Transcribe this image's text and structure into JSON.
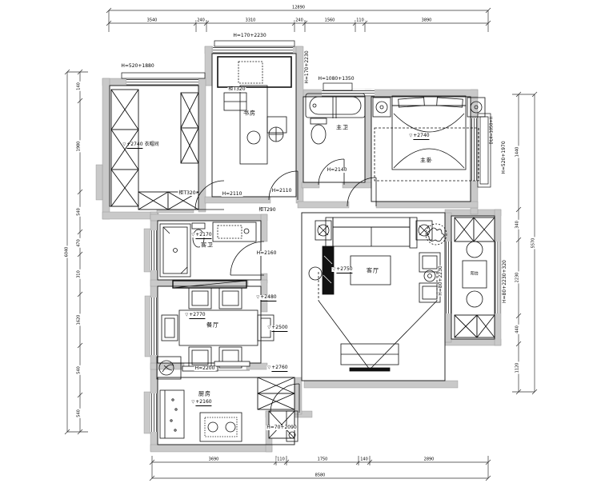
{
  "plan": {
    "rooms": {
      "closet": {
        "name": "衣帽间",
        "elevation": "+2740"
      },
      "study": {
        "name": "书房"
      },
      "master_bath": {
        "name": "主卫"
      },
      "master_bedroom": {
        "name": "主卧",
        "elevation": "+2740"
      },
      "living_room": {
        "name": "客厅",
        "elevation": "+2750"
      },
      "guest_bath": {
        "name": "客卫",
        "elevation": "+2170"
      },
      "dining_room": {
        "name": "餐厅",
        "elevation": "+2770"
      },
      "kitchen": {
        "name": "厨房",
        "elevation": "+2160"
      },
      "balcony": {
        "name": "阳台"
      }
    },
    "hall": {
      "elev_1": "+2480",
      "elev_2": "+2500",
      "elev_3": "+2760"
    },
    "windows": {
      "closet_top": "H=520+1880",
      "study_top": "H=170+2230",
      "study_side": "H=170+2230",
      "master_bath_top": "H=1080+1350",
      "bedroom_right": "H=520+1970",
      "bedroom_outer": "DL4=1050+H",
      "living_balcony": "H=80+2230",
      "balcony_right": "H=80+2230+320"
    },
    "doors": {
      "closet": "H=2110",
      "study": "H=2110",
      "master_bath": "H=2140",
      "guest_bath": "H=2160",
      "kitchen": "H=2200",
      "entry": "H=70+2090"
    },
    "cabinets": {
      "study_tag": "柜T320",
      "hall_tag": "柜T320",
      "hall_tag2": "柜T290"
    },
    "dimensions": {
      "top": {
        "overall": "12890",
        "segments": [
          "3540",
          "240",
          "3310",
          "240",
          "1560",
          "110",
          "3890"
        ]
      },
      "bottom": {
        "overall": "8580",
        "segments": [
          "3690",
          "110",
          "1750",
          "140",
          "2890"
        ]
      },
      "left": {
        "overall": "6040",
        "segments": [
          "140",
          "1980",
          "540",
          "470",
          "310",
          "1620",
          "540",
          "540"
        ]
      },
      "right": {
        "overall": "5570",
        "segments": [
          "1440",
          "340",
          "2230",
          "440",
          "1120"
        ]
      }
    }
  }
}
